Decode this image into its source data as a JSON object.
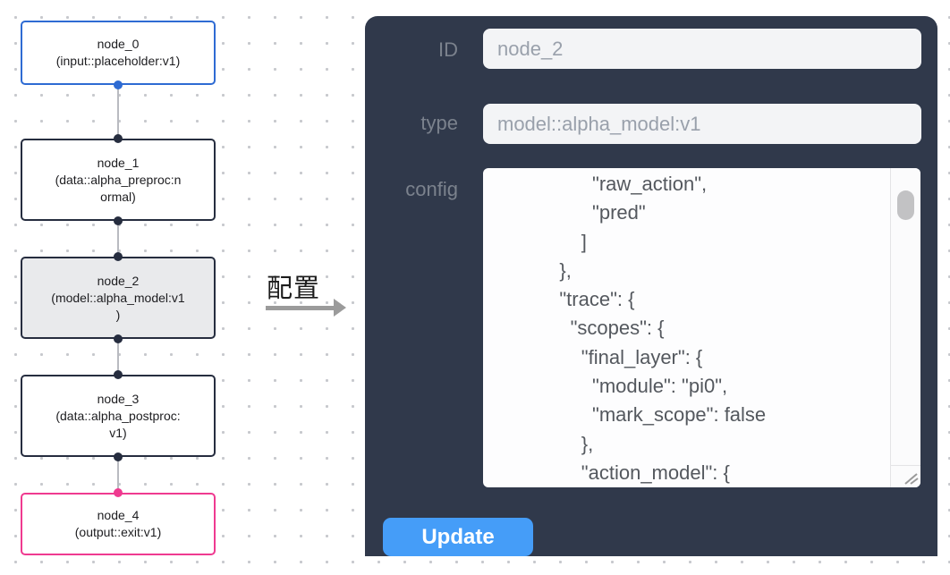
{
  "flow": {
    "nodes": [
      {
        "id": "node_0",
        "text": "node_0\n(input::placeholder:v1)",
        "border_color": "#2e6bd3",
        "selected": false
      },
      {
        "id": "node_1",
        "text": "node_1\n(data::alpha_preproc:n\normal)",
        "border_color": "#262d3f",
        "selected": false
      },
      {
        "id": "node_2",
        "text": "node_2\n(model::alpha_model:v1\n)",
        "border_color": "#262d3f",
        "selected": true
      },
      {
        "id": "node_3",
        "text": "node_3\n(data::alpha_postproc:\nv1)",
        "border_color": "#262d3f",
        "selected": false
      },
      {
        "id": "node_4",
        "text": "node_4\n(output::exit:v1)",
        "border_color": "#ef3a90",
        "selected": false
      }
    ],
    "port_colors": {
      "input": "#2e6bd3",
      "default": "#262d3f",
      "output": "#ef3a90"
    }
  },
  "transition": {
    "label": "配置",
    "arrow_color": "#9b9b9b"
  },
  "panel": {
    "background": "#30394b",
    "id_label": "ID",
    "id_value": "node_2",
    "type_label": "type",
    "type_value": "model::alpha_model:v1",
    "config_label": "config",
    "config_text": "                  \"raw_action\",\n                  \"pred\"\n                ]\n            },\n            \"trace\": {\n              \"scopes\": {\n                \"final_layer\": {\n                  \"module\": \"pi0\",\n                  \"mark_scope\": false\n                },\n                \"action_model\": {",
    "update_label": "Update",
    "update_color": "#459df8"
  }
}
